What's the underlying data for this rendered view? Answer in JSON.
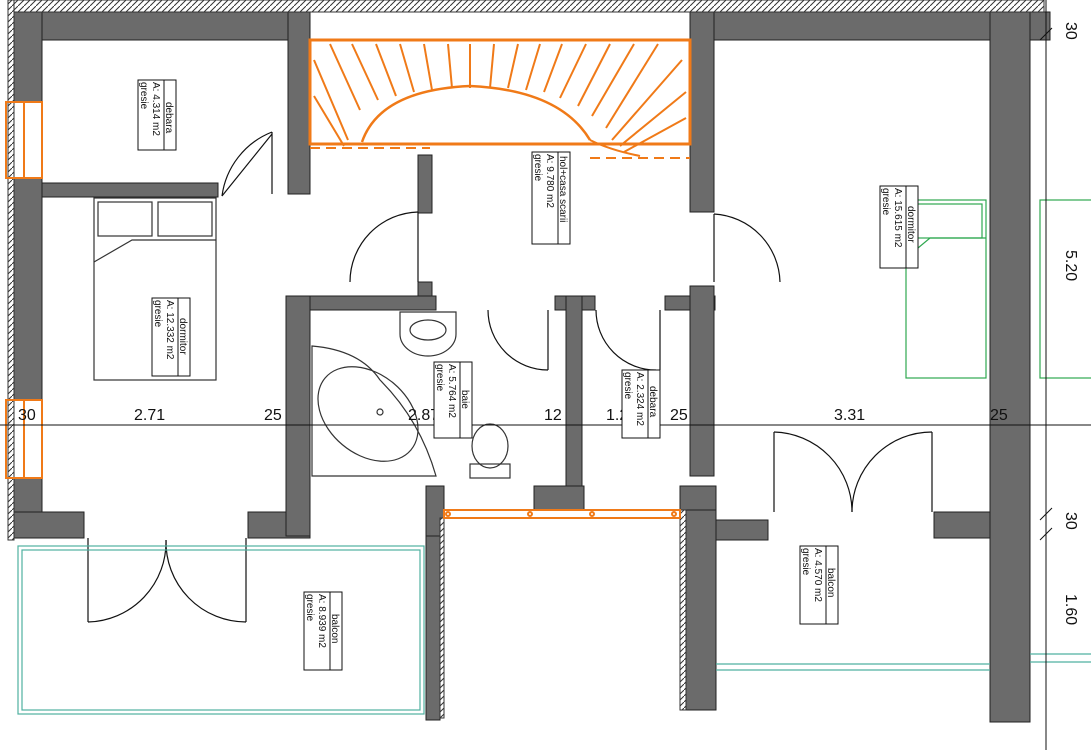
{
  "rooms": {
    "debara_1": {
      "name": "debara",
      "area": "A: 4.314 m2",
      "finish": "gresie"
    },
    "dormitor_1": {
      "name": "dormitor",
      "area": "A: 12.332 m2",
      "finish": "gresie"
    },
    "hol": {
      "name": "hol+casa scarii",
      "area": "A: 9.780 m2",
      "finish": "gresie"
    },
    "dormitor_2": {
      "name": "dormitor",
      "area": "A: 15.615 m2",
      "finish": "gresie"
    },
    "baie": {
      "name": "baie",
      "area": "A: 5.764 m2",
      "finish": "gresie"
    },
    "debara_2": {
      "name": "debara",
      "area": "A: 2.324 m2",
      "finish": "gresie"
    },
    "balcon_1": {
      "name": "balcon",
      "area": "A: 8.939 m2",
      "finish": "gresie"
    },
    "balcon_2": {
      "name": "balcon",
      "area": "A: 4.570 m2",
      "finish": "gresie"
    }
  },
  "dimensions": {
    "horizontal": [
      "30",
      "2.71",
      "25",
      "2.87",
      "12",
      "1.24",
      "25",
      "3.31",
      "25"
    ],
    "vertical": [
      "30",
      "5.20",
      "30",
      "1.60"
    ]
  },
  "colors": {
    "wall": "#6b6b6b",
    "stair": "#f07a18",
    "window": "#f07a18",
    "bed_right": "#2fa84f",
    "balcony_rail": "#4fb0a0",
    "line": "#111111"
  }
}
